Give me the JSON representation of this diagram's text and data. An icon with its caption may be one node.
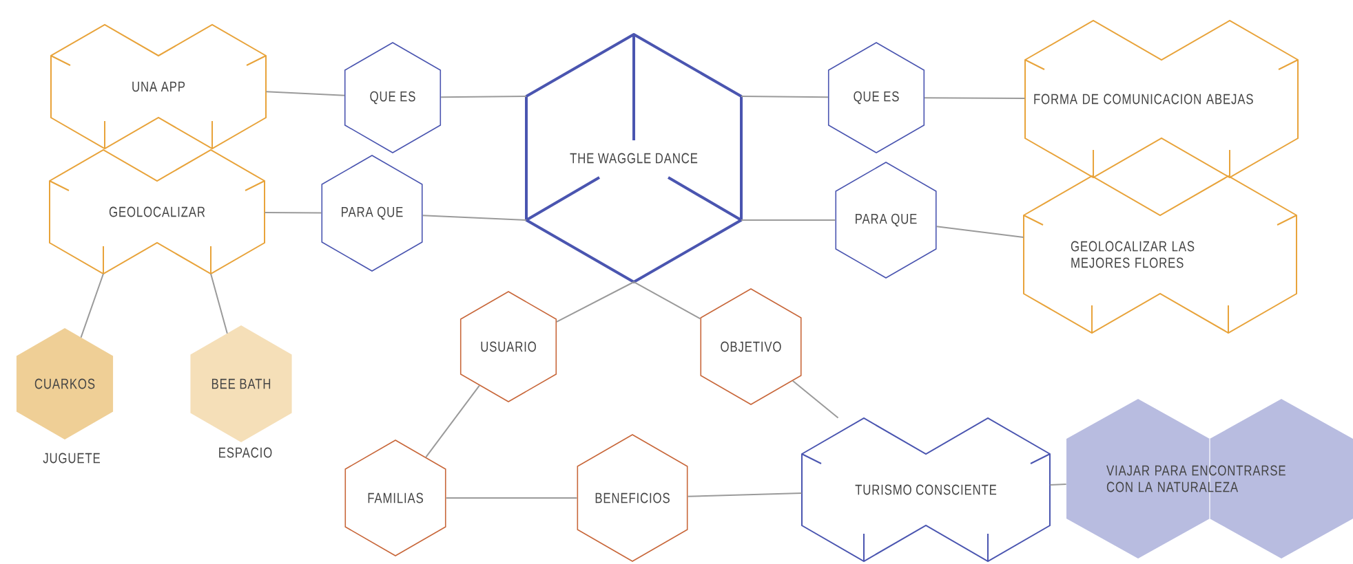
{
  "diagram": {
    "nodes": [
      {
        "text": [
          "UNA APP"
        ]
      },
      {
        "text": [
          "GEOLOCALIZAR"
        ]
      },
      {
        "text": [
          "QUE ES"
        ]
      },
      {
        "text": [
          "PARA QUE"
        ]
      },
      {
        "text": [
          "THE WAGGLE DANCE"
        ]
      },
      {
        "text": [
          "QUE ES"
        ]
      },
      {
        "text": [
          "PARA QUE"
        ]
      },
      {
        "text": [
          "FORMA DE COMUNICACION ABEJAS"
        ]
      },
      {
        "text": [
          "GEOLOCALIZAR LAS MEJORES FLORES"
        ]
      },
      {
        "text": [
          "CUARKOS"
        ],
        "beside": [
          "JUGUETE"
        ]
      },
      {
        "text": [
          "BEE BATH"
        ],
        "beside": [
          "ESPACIO"
        ]
      },
      {
        "text": [
          "USUARIO"
        ]
      },
      {
        "text": [
          "OBJETIVO"
        ]
      },
      {
        "text": [
          "FAMILIAS"
        ]
      },
      {
        "text": [
          "BENEFICIOS"
        ]
      },
      {
        "text": [
          "TURISMO CONSCIENTE"
        ]
      },
      {
        "text": [
          "VIAJAR PARA ENCONTRARSE CON LA NATURALEZA"
        ]
      }
    ],
    "edges": [
      {
        "from": 0,
        "to": 2,
        "arrow": "none"
      },
      {
        "from": 2,
        "to": 4,
        "arrow": "none"
      },
      {
        "from": 1,
        "to": 3,
        "arrow": "none"
      },
      {
        "from": 3,
        "to": 4,
        "arrow": "none"
      },
      {
        "from": 4,
        "to": 5,
        "arrow": "none"
      },
      {
        "from": 5,
        "to": 7,
        "arrow": "none"
      },
      {
        "from": 4,
        "to": 6,
        "arrow": "none"
      },
      {
        "from": 6,
        "to": 8,
        "arrow": "none"
      },
      {
        "from": 1,
        "to": 9,
        "arrow": "none"
      },
      {
        "from": 1,
        "to": 10,
        "arrow": "none"
      },
      {
        "from": 4,
        "to": 11,
        "arrow": "none"
      },
      {
        "from": 4,
        "to": 12,
        "arrow": "none"
      },
      {
        "from": 11,
        "to": 13,
        "arrow": "none"
      },
      {
        "from": 13,
        "to": 14,
        "arrow": "none"
      },
      {
        "from": 14,
        "to": 15,
        "arrow": "none"
      },
      {
        "from": 12,
        "to": 15,
        "arrow": "none"
      },
      {
        "from": 15,
        "to": 16,
        "arrow": "none"
      }
    ]
  }
}
